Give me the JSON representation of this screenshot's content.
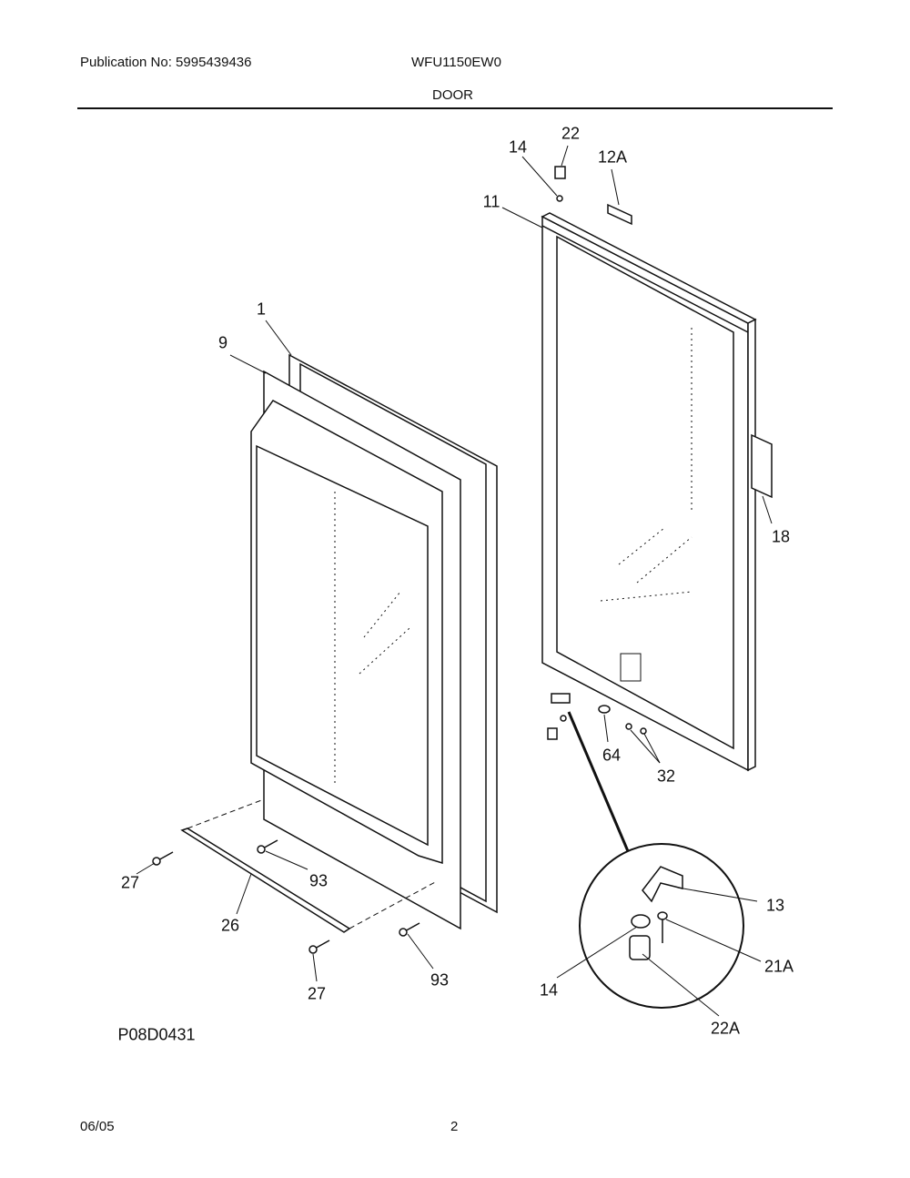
{
  "header": {
    "publication": "Publication No: 5995439436",
    "model": "WFU1150EW0",
    "section_title": "DOOR"
  },
  "callouts": [
    "22",
    "14",
    "12A",
    "11",
    "1",
    "9",
    "18",
    "64",
    "32",
    "13",
    "27",
    "93",
    "26",
    "21A",
    "14",
    "93",
    "27",
    "22A"
  ],
  "diagram_id": "P08D0431",
  "footer": {
    "date": "06/05",
    "page": "2"
  }
}
